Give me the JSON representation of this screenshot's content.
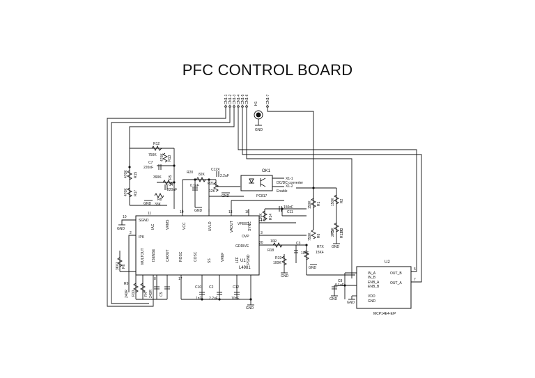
{
  "title": "PFC CONTROL BOARD",
  "connectors": {
    "cn": [
      "CN1-1",
      "CN1-2",
      "CN1-3",
      "CN1-4",
      "CN1-5",
      "CN1-6"
    ],
    "cn7": "CN1-7",
    "h1": "H1",
    "gnd": "GND"
  },
  "u1": {
    "name": "U1",
    "part": "L4981",
    "pins_top": [
      {
        "num": "10",
        "label": "SGND"
      },
      {
        "num": "11",
        "label": "IAC"
      },
      {
        "num": "",
        "label": "VRMS"
      },
      {
        "num": "19",
        "label": "VCC"
      },
      {
        "num": "",
        "label": "UVLO"
      },
      {
        "num": "13",
        "label": "VAOUT"
      },
      {
        "num": "16",
        "label": "VFEED"
      },
      {
        "num": "14",
        "label": "SYNC"
      }
    ],
    "pins_left": [
      {
        "num": "2",
        "label": "IPK"
      }
    ],
    "pins_right": [
      {
        "num": "3",
        "label": "OVP"
      },
      {
        "num": "20",
        "label": "GDRIVE"
      }
    ],
    "pins_bottom": [
      {
        "num": "",
        "label": "MULTOUT"
      },
      {
        "num": "8",
        "label": "ISENSE"
      },
      {
        "num": "",
        "label": "CAOUT"
      },
      {
        "num": "17",
        "label": "ROSC"
      },
      {
        "num": "",
        "label": "COSC"
      },
      {
        "num": "",
        "label": "SS"
      },
      {
        "num": "",
        "label": "VREF"
      },
      {
        "num": "",
        "label": "LFF"
      },
      {
        "num": "",
        "label": "PGND"
      }
    ]
  },
  "ok1": {
    "name": "OK1",
    "part": "PC817",
    "note1": "DC/DC converter",
    "note2": "Enable",
    "x1": "X1-1",
    "x2": "X1-2"
  },
  "u2": {
    "name": "U2",
    "part": "MCP14E4-E/P",
    "left": [
      "IN_A",
      "IN_B",
      "ENB_A",
      "ENB_B",
      "VDD",
      "GND"
    ],
    "right": [
      "OUT_B",
      "OUT_A"
    ],
    "pin5": "5",
    "pin7": "7"
  },
  "components": {
    "r12": "R12",
    "r12v": "750K",
    "r13": "R13",
    "r13v": "470K",
    "c7": "C7",
    "c7v": "220nF",
    "r5": "R5",
    "r5v": "390K",
    "c4": "C4",
    "c4v": "220nF",
    "r15": "R15",
    "r15v": "470K",
    "r17": "R17",
    "r17v": "470K",
    "r8": "R8",
    "r8v": "33K",
    "r20": "R20",
    "r20v": "82K",
    "c12x": "C12X",
    "c12xv": "2.2uF",
    "r21": "R21",
    "r21v": "12K",
    "c2x": "0.1uF",
    "c11": "C11",
    "c11v": "150nF",
    "r14": "R14",
    "r14v": "120K",
    "r1": "R1",
    "r1v": "150K",
    "r3": "R3",
    "r3v": "75K",
    "r2": "R2",
    "r2v": "150K",
    "r6": "R6",
    "r6v": "750K",
    "r12x": "R12X",
    "r12xv": "2K5",
    "r18": "R18",
    "r18v": "10R",
    "r7x": "R7X",
    "r7xv": "15K4",
    "c3": "C3",
    "c3v": "10nF",
    "r19": "R19",
    "r19v": "100K",
    "c8": "C8",
    "c8v": "0,1uF",
    "r9": "R9",
    "r9v": "240R",
    "r10": "R10",
    "r4": "R4",
    "r4v": "240R",
    "c5": "C5",
    "c10": "C10",
    "c10v": "1n2",
    "c2": "C2",
    "c2v": "2.2uF",
    "c12": "C12",
    "c12v": "10nF",
    "r6b": "R6",
    "r6bv": "3K01"
  }
}
